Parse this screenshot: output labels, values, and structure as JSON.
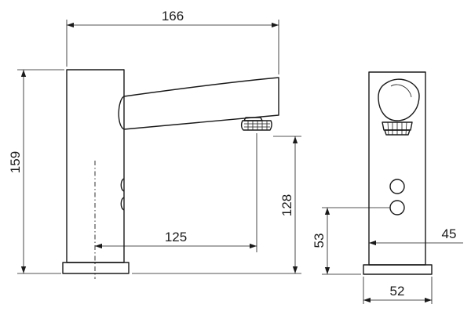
{
  "dimensions": {
    "overall_length": "166",
    "overall_height": "159",
    "spout_height": "128",
    "spout_reach": "125",
    "sensor_height": "53",
    "depth": "45",
    "base_width": "52"
  },
  "colors": {
    "line": "#1a1a1a",
    "background": "#ffffff"
  }
}
